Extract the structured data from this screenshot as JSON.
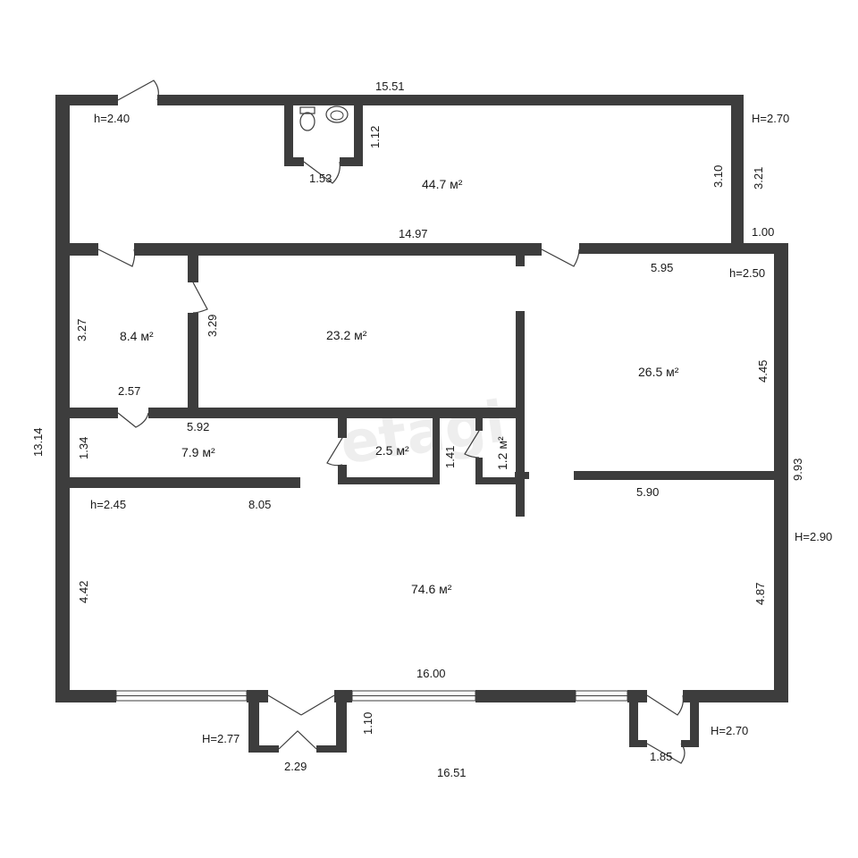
{
  "watermark": "etagi",
  "dimensions": {
    "top_outer": "15.51",
    "top_h": "h=2.40",
    "bathroom_depth": "1.12",
    "bathroom_width": "1.53",
    "top_right_inner": "3.10",
    "top_right_outer": "3.21",
    "top_right_H": "H=2.70",
    "corridor_wall": "14.97",
    "step": "1.00",
    "room_right_width": "5.95",
    "room_right_h": "h=2.50",
    "room_right_depth": "4.45",
    "small_room_depth": "3.27",
    "small_room_width": "2.57",
    "mid_room_depth": "3.29",
    "left_outer": "13.14",
    "corridor_width": "5.92",
    "corridor_depth": "1.34",
    "closet_a_depth": "1.41",
    "right_outer": "9.93",
    "partition_right": "5.90",
    "hall_h": "h=2.45",
    "partition_left": "8.05",
    "right_H": "H=2.90",
    "hall_left_depth": "4.42",
    "hall_right_depth": "4.87",
    "bottom_inner": "16.00",
    "bottom_outer": "16.51",
    "vestibule_left_H": "H=2.77",
    "vestibule_left_depth": "1.10",
    "vestibule_left_width": "2.29",
    "vestibule_right_width": "1.85",
    "vestibule_right_H": "H=2.70"
  },
  "rooms": {
    "top_room": "44.7 м²",
    "small_room": "8.4 м²",
    "mid_room": "23.2 м²",
    "right_room": "26.5 м²",
    "corridor": "7.9 м²",
    "closet_a": "2.5 м²",
    "closet_b": "1.2 м²",
    "hall": "74.6 м²"
  }
}
